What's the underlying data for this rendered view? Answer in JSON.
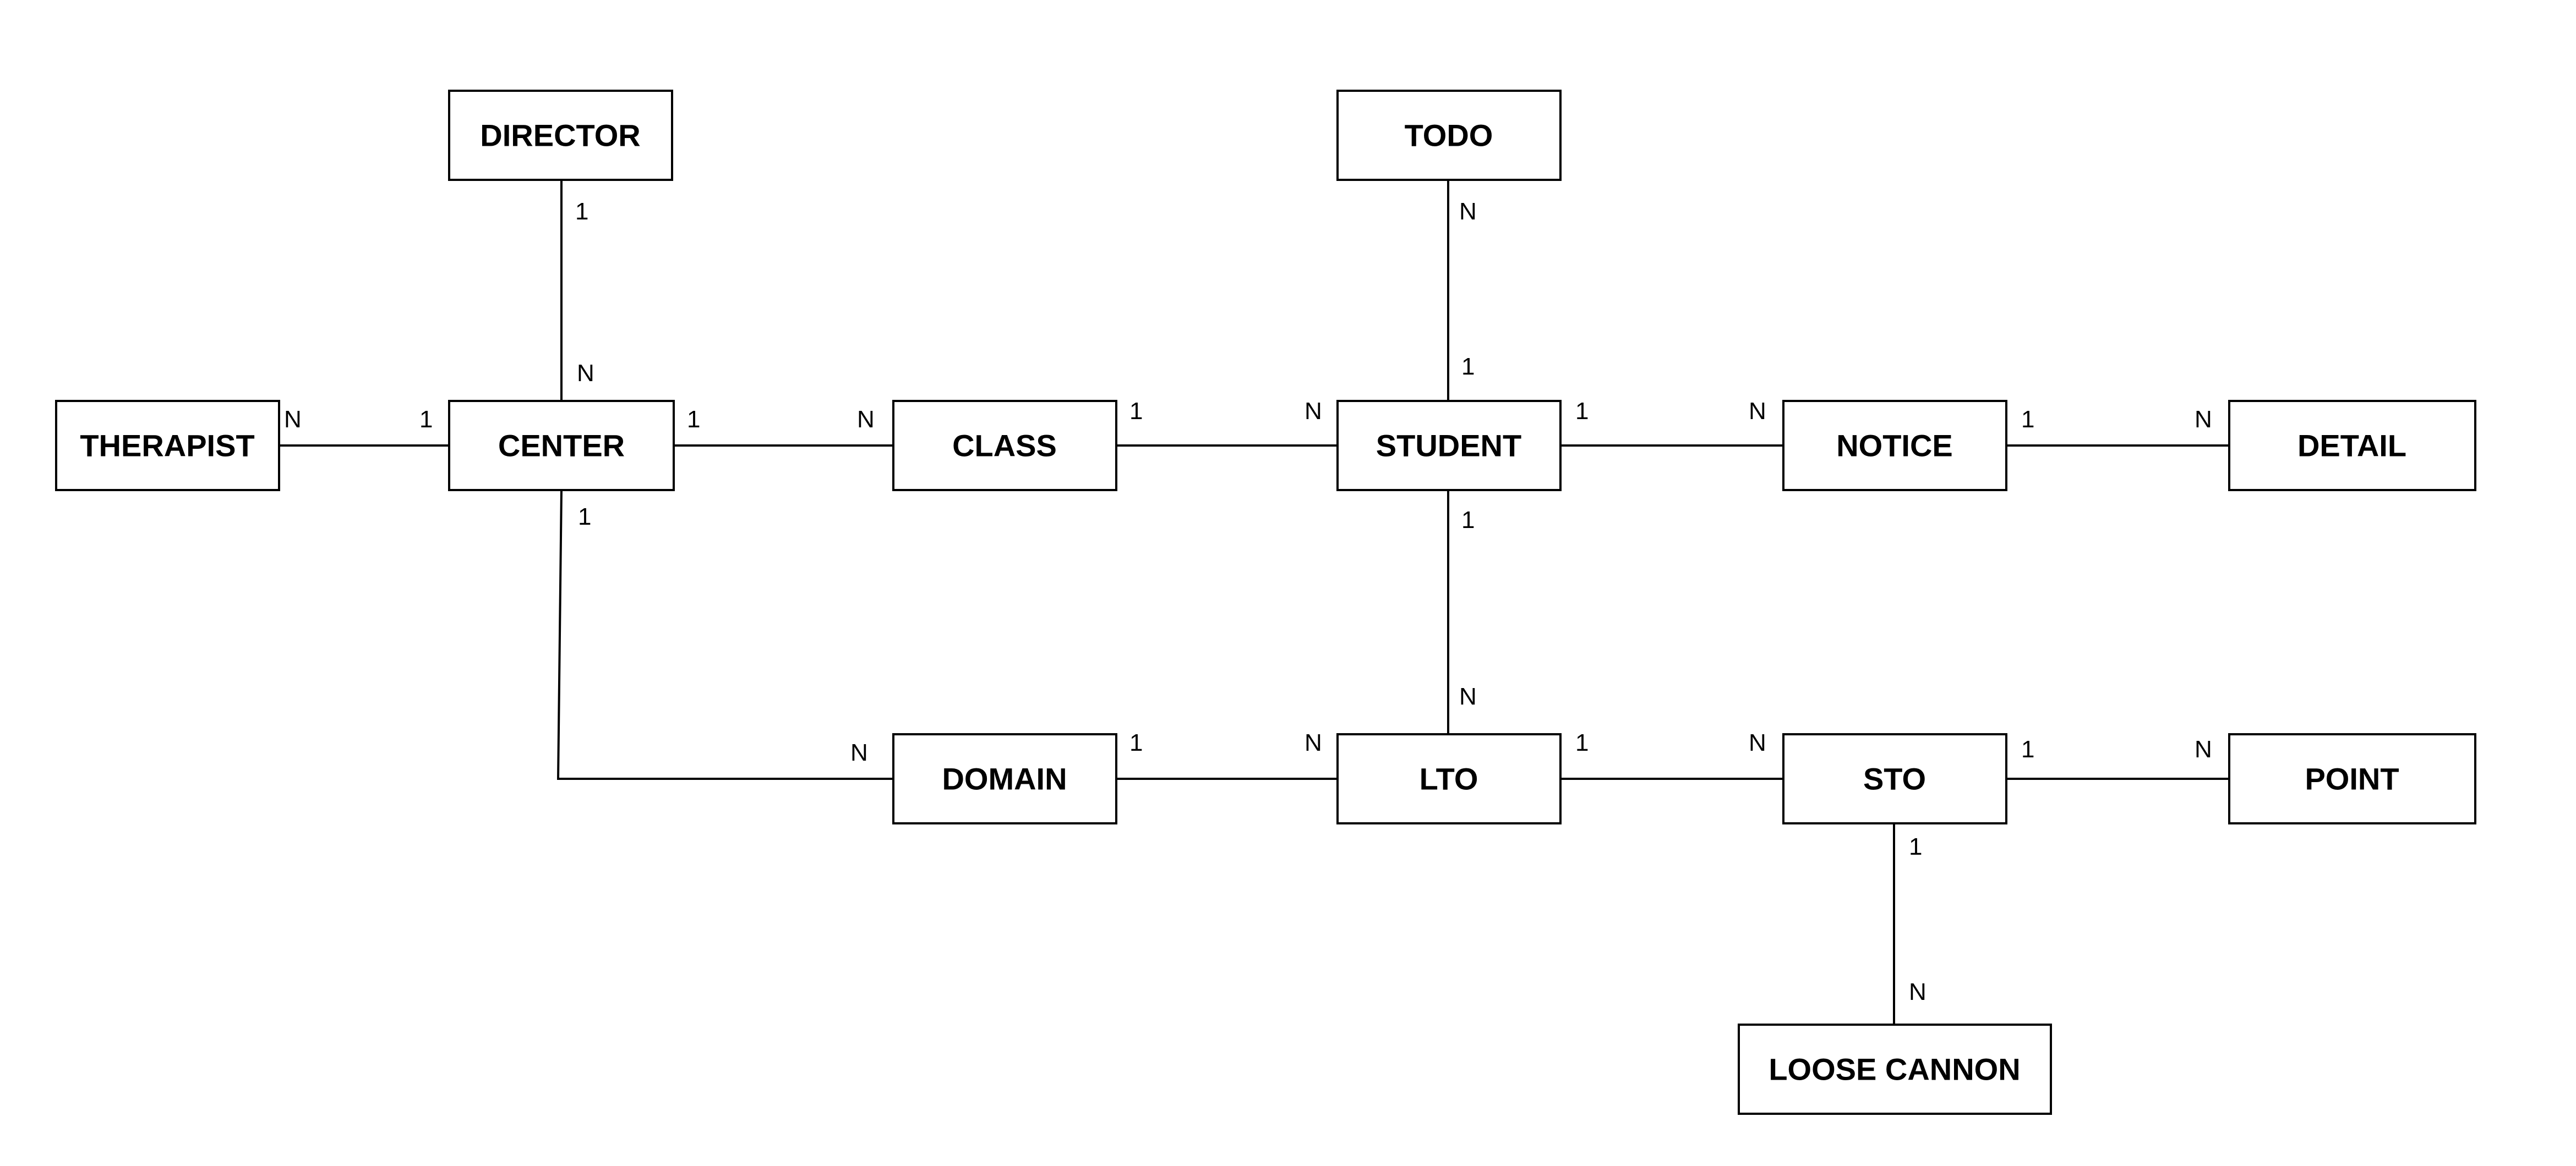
{
  "entities": {
    "director": "DIRECTOR",
    "todo": "TODO",
    "therapist": "THERAPIST",
    "center": "CENTER",
    "class": "CLASS",
    "student": "STUDENT",
    "notice": "NOTICE",
    "detail": "DETAIL",
    "domain": "DOMAIN",
    "lto": "LTO",
    "sto": "STO",
    "point": "POINT",
    "loose_cannon": "LOOSE CANNON"
  },
  "relationships": [
    {
      "from": "DIRECTOR",
      "to": "CENTER",
      "from_card": "1",
      "to_card": "N"
    },
    {
      "from": "TODO",
      "to": "STUDENT",
      "from_card": "N",
      "to_card": "1"
    },
    {
      "from": "THERAPIST",
      "to": "CENTER",
      "from_card": "N",
      "to_card": "1"
    },
    {
      "from": "CENTER",
      "to": "CLASS",
      "from_card": "1",
      "to_card": "N"
    },
    {
      "from": "CLASS",
      "to": "STUDENT",
      "from_card": "1",
      "to_card": "N"
    },
    {
      "from": "STUDENT",
      "to": "NOTICE",
      "from_card": "1",
      "to_card": "N"
    },
    {
      "from": "NOTICE",
      "to": "DETAIL",
      "from_card": "1",
      "to_card": "N"
    },
    {
      "from": "STUDENT",
      "to": "LTO",
      "from_card": "1",
      "to_card": "N"
    },
    {
      "from": "CENTER",
      "to": "DOMAIN",
      "from_card": "1",
      "to_card": "N"
    },
    {
      "from": "DOMAIN",
      "to": "LTO",
      "from_card": "1",
      "to_card": "N"
    },
    {
      "from": "LTO",
      "to": "STO",
      "from_card": "1",
      "to_card": "N"
    },
    {
      "from": "STO",
      "to": "POINT",
      "from_card": "1",
      "to_card": "N"
    },
    {
      "from": "STO",
      "to": "LOOSE CANNON",
      "from_card": "1",
      "to_card": "N"
    }
  ]
}
